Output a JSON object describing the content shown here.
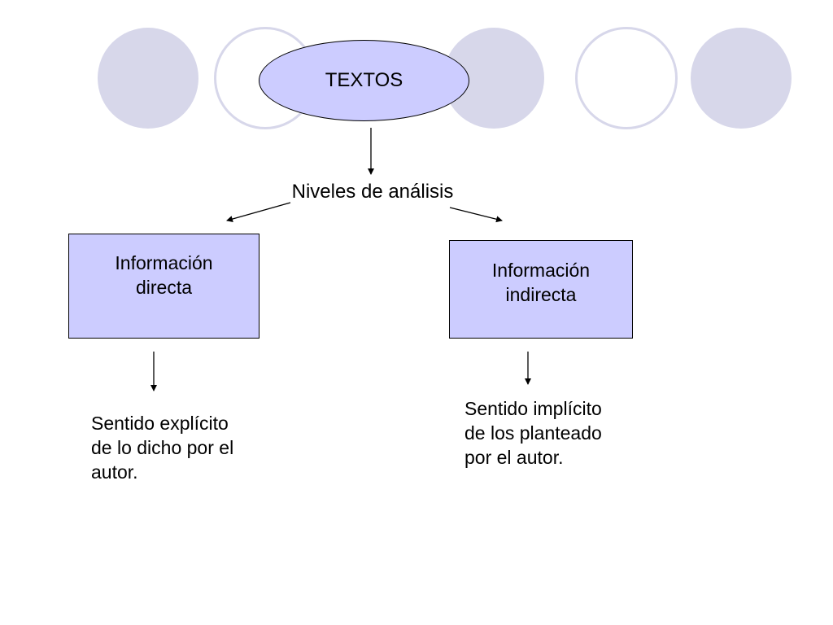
{
  "diagram": {
    "root": {
      "label": "TEXTOS"
    },
    "level": {
      "label": "Niveles de análisis"
    },
    "branches": [
      {
        "title_lines": [
          "Información",
          "directa"
        ],
        "description_lines": [
          "Sentido explícito",
          "de lo dicho por el",
          "autor."
        ]
      },
      {
        "title_lines": [
          "Información",
          "indirecta"
        ],
        "description_lines": [
          "Sentido implícito",
          "de los planteado",
          "por el autor."
        ]
      }
    ]
  },
  "colors": {
    "node_fill": "#ccccff",
    "decor_circle": "#d7d7ea",
    "line": "#000000"
  }
}
